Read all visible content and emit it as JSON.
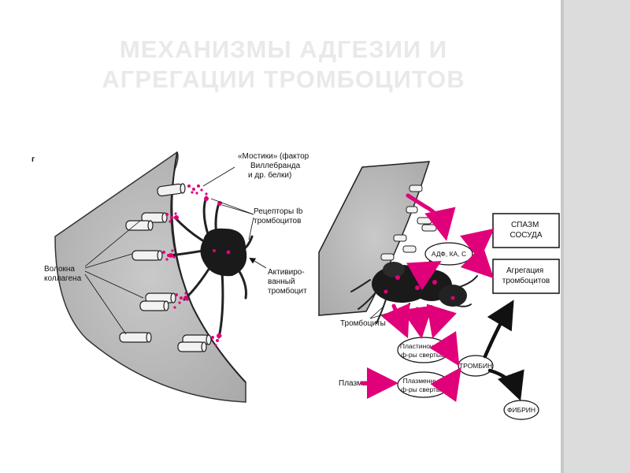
{
  "slide": {
    "title_lines": [
      "МЕХАНИЗМЫ АДГЕЗИИ И",
      "АГРЕГАЦИИ ТРОМБОЦИТОВ"
    ],
    "title_color": "#e9e9e9",
    "accent_color": "#e0007a"
  },
  "left_panel": {
    "corner_letter": "г",
    "bridges_label": [
      "«Мостики» (фактор",
      "Виллебранда",
      "и др. белки)"
    ],
    "receptors_label": [
      "Рецепторы Ib",
      "тромбоцитов"
    ],
    "collagen_label": [
      "Волокна",
      "коллагена"
    ],
    "activated_label": [
      "Активиро-",
      "ванный",
      "тромбоцит"
    ]
  },
  "right_panel": {
    "adf_box": "АДФ, КА, С",
    "spasm_box": [
      "СПАЗМ",
      "СОСУДА"
    ],
    "aggregation_box": [
      "Агрегация",
      "тромбоцитов"
    ],
    "platelets_label": "Тромбоциты",
    "plate_factors": [
      "Пластиночные",
      "ф-ры свертыв."
    ],
    "plasma_factors": [
      "Плазменные",
      "ф-ры свертыв."
    ],
    "plasma_label": "Плазма",
    "thrombin": "ТРОМБИН",
    "fibrin": "ФИБРИН"
  }
}
